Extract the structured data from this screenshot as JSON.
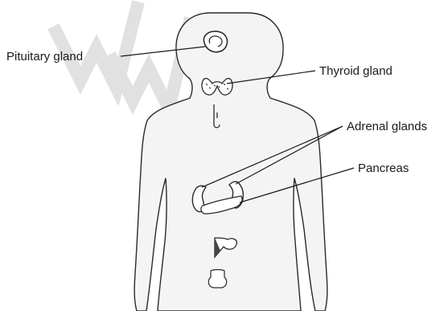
{
  "labels": {
    "pituitary": "Pituitary gland",
    "thyroid": "Thyroid gland",
    "adrenal": "Adrenal glands",
    "pancreas": "Pancreas"
  },
  "colors": {
    "body_fill": "#f4f4f4",
    "outline": "#2a2a2a",
    "organ_fill": "#ffffff",
    "watermark": "#dcdcdc"
  }
}
